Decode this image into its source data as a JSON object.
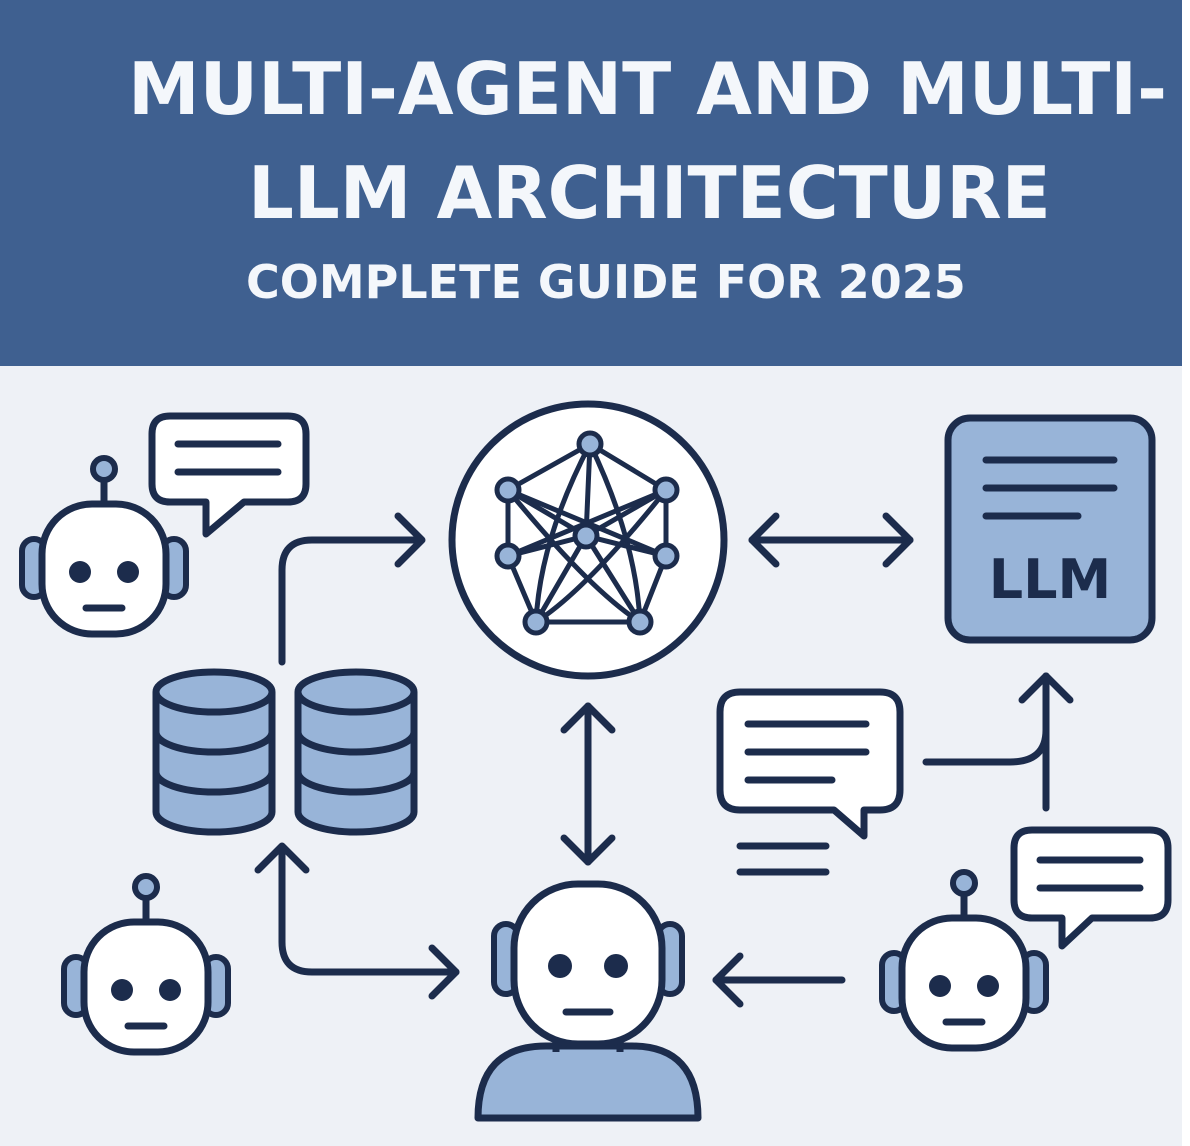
{
  "header": {
    "title_line_1": "MULTI-AGENT AND MULTI-",
    "title_line_2": "LLM ARCHITECTURE",
    "subtitle": "COMPLETE GUIDE FOR 2025"
  },
  "diagram": {
    "llm_card_label": "LLM"
  },
  "colors": {
    "banner": "#3f6090",
    "banner_text": "#f4f7fb",
    "background": "#eef1f6",
    "stroke": "#1c2c4c",
    "fill_accent": "#98b4d8",
    "fill_light": "#ffffff"
  },
  "icons": [
    "robot-icon",
    "chat-bubble-icon",
    "neural-network-icon",
    "llm-document-icon",
    "database-icon",
    "user-avatar-icon",
    "arrow-icon"
  ]
}
